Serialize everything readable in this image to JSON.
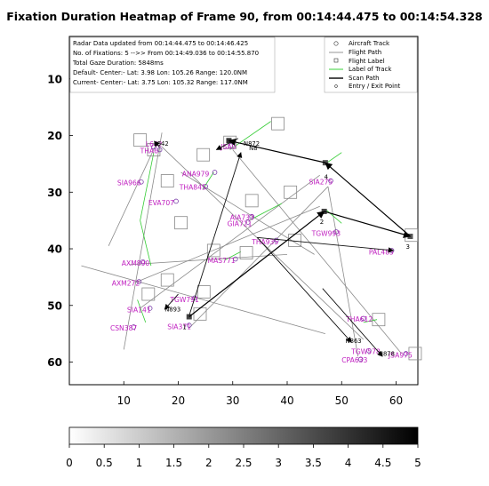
{
  "chart_data": {
    "type": "heatmap",
    "title": "Fixation Duration Heatmap of Frame 90, from 00:14:44.475 to 00:14:54.328",
    "xlim": [
      0,
      64
    ],
    "ylim": [
      64,
      2.5
    ],
    "x_ticks": [
      10,
      20,
      30,
      40,
      50,
      60
    ],
    "y_ticks": [
      10,
      20,
      30,
      40,
      50,
      60
    ],
    "info_lines": [
      "Radar Data updated from 00:14:44.475 to 00:14:46.425",
      "No. of Fixations: 5 -->> From 00:14:49.036 to 00:14:55.870",
      "Total Gaze Duration: 5848ms",
      "Default- Center:- Lat: 3.98 Lon: 105.26 Range: 120.0NM",
      "Current- Center:- Lat: 3.75 Lon: 105.32 Range: 117.0NM"
    ],
    "legend": [
      {
        "label": "Aircraft Track",
        "marker": "circle"
      },
      {
        "label": "Flight Path",
        "marker": "line-gray"
      },
      {
        "label": "Flight Label",
        "marker": "square"
      },
      {
        "label": "Label of Track",
        "marker": "line-green"
      },
      {
        "label": "Scan Path",
        "marker": "line-black"
      },
      {
        "label": "Entry / Exit Point",
        "marker": "small-circle"
      }
    ],
    "colorbar": {
      "min": 0,
      "max": 5,
      "ticks": [
        "0",
        "0.5",
        "1",
        "1.5",
        "2",
        "2.5",
        "3",
        "3.5",
        "4",
        "4.5",
        "5"
      ]
    },
    "aircraft": [
      {
        "label": "THA6",
        "x": 16.6,
        "y": 22.5,
        "lx": 13.0,
        "ly": 22.7
      },
      {
        "label": "L642",
        "x": 15.5,
        "y": 22.0,
        "lx": 14.0,
        "ly": 21.6
      },
      {
        "label": "SIA966",
        "x": 13.2,
        "y": 28.2,
        "lx": 8.8,
        "ly": 28.4
      },
      {
        "label": "ANA979",
        "x": 26.7,
        "y": 26.5,
        "lx": 20.7,
        "ly": 26.8
      },
      {
        "label": "THA845",
        "x": 25.0,
        "y": 29.0,
        "lx": 20.2,
        "ly": 29.2
      },
      {
        "label": "EVA707",
        "x": 19.6,
        "y": 31.6,
        "lx": 14.5,
        "ly": 31.9
      },
      {
        "label": "JSA9",
        "x": 29.6,
        "y": 21.8,
        "lx": 27.8,
        "ly": 22.0
      },
      {
        "label": "SIA275",
        "x": 48.0,
        "y": 28.0,
        "lx": 44.0,
        "ly": 28.2
      },
      {
        "label": "AIA733",
        "x": 33.5,
        "y": 34.3,
        "lx": 29.5,
        "ly": 34.5
      },
      {
        "label": "GIA721",
        "x": 32.8,
        "y": 35.3,
        "lx": 29.0,
        "ly": 35.6
      },
      {
        "label": "TGW993",
        "x": 49.0,
        "y": 37.0,
        "lx": 44.5,
        "ly": 37.3
      },
      {
        "label": "THA935",
        "x": 38.0,
        "y": 38.5,
        "lx": 33.5,
        "ly": 38.8
      },
      {
        "label": "AXM890",
        "x": 13.5,
        "y": 42.3,
        "lx": 9.6,
        "ly": 42.6
      },
      {
        "label": "MAS771",
        "x": 30.5,
        "y": 41.8,
        "lx": 25.4,
        "ly": 42.1
      },
      {
        "label": "PAL485",
        "x": 59.2,
        "y": 40.3,
        "lx": 55.0,
        "ly": 40.6
      },
      {
        "label": "AXM272",
        "x": 12.8,
        "y": 45.8,
        "lx": 7.8,
        "ly": 46.1
      },
      {
        "label": "TGW791",
        "x": 23.0,
        "y": 48.7,
        "lx": 18.5,
        "ly": 49.0
      },
      {
        "label": "SIA141",
        "x": 14.8,
        "y": 50.5,
        "lx": 10.6,
        "ly": 50.8
      },
      {
        "label": "SIA371",
        "x": 22.0,
        "y": 53.5,
        "lx": 18.0,
        "ly": 53.8
      },
      {
        "label": "CSN387",
        "x": 11.8,
        "y": 53.8,
        "lx": 7.5,
        "ly": 54.0
      },
      {
        "label": "THA612",
        "x": 54.0,
        "y": 52.3,
        "lx": 50.8,
        "ly": 52.5
      },
      {
        "label": "TGW578",
        "x": 55.0,
        "y": 58.0,
        "lx": 51.8,
        "ly": 58.2
      },
      {
        "label": "CPA633",
        "x": 53.5,
        "y": 59.5,
        "lx": 50.0,
        "ly": 59.7
      },
      {
        "label": "JSA975",
        "x": 61.8,
        "y": 58.5,
        "lx": 58.6,
        "ly": 58.8
      }
    ],
    "scan_path": [
      {
        "x": 22.0,
        "y": 52.0
      },
      {
        "x": 46.8,
        "y": 33.4
      },
      {
        "x": 62.6,
        "y": 37.8
      },
      {
        "x": 47.0,
        "y": 24.8
      },
      {
        "x": 29.3,
        "y": 20.9
      }
    ],
    "scan_labels": [
      {
        "text": "L642",
        "x": 15.5,
        "y": 21.4
      },
      {
        "text": "N893",
        "x": 17.5,
        "y": 50.7
      },
      {
        "text": "N863",
        "x": 50.7,
        "y": 56.2
      },
      {
        "text": "N878",
        "x": 56.8,
        "y": 58.5
      },
      {
        "text": "N8",
        "x": 33.0,
        "y": 22.2
      },
      {
        "text": "N872",
        "x": 32.0,
        "y": 21.4
      }
    ],
    "point_numbers": [
      {
        "text": "1",
        "x": 20.8,
        "y": 53.8
      },
      {
        "text": "2",
        "x": 46.0,
        "y": 35.2
      },
      {
        "text": "3",
        "x": 61.8,
        "y": 39.6
      },
      {
        "text": "4",
        "x": 46.8,
        "y": 27.3
      }
    ]
  }
}
